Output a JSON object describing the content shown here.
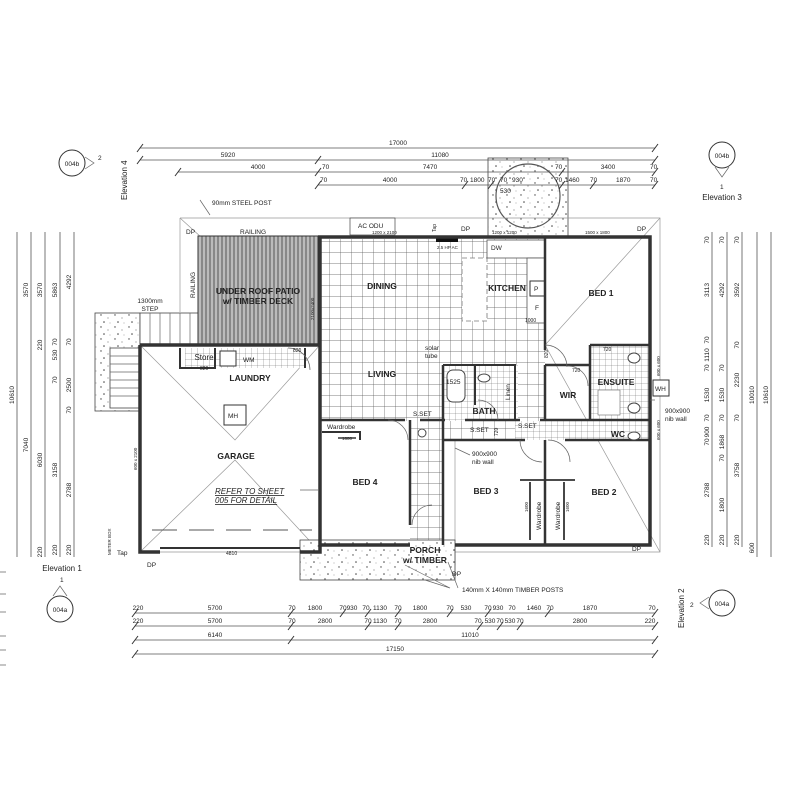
{
  "elevations": {
    "top_left": {
      "ref": "004b",
      "num": "2",
      "label": "Elevation 4"
    },
    "top_right": {
      "ref": "004b",
      "num": "1",
      "label": "Elevation 3"
    },
    "bottom_left": {
      "ref": "004a",
      "num": "1",
      "label": "Elevation 1"
    },
    "bottom_right": {
      "ref": "004a",
      "num": "2",
      "label": "Elevation 2"
    }
  },
  "top_dims": {
    "row1": [
      "17000"
    ],
    "row2": [
      "5920",
      "11080"
    ],
    "row3": [
      "4000",
      "70",
      "7470",
      "70",
      "3400",
      "70"
    ],
    "row4": [
      "70",
      "4000",
      "70",
      "1800",
      "70",
      "70",
      "930",
      "530",
      "70",
      "1460",
      "70",
      "1870",
      "70"
    ]
  },
  "bottom_dims": {
    "row1": [
      "220",
      "5700",
      "70",
      "1800",
      "70",
      "930",
      "70",
      "1130",
      "70",
      "1800",
      "70",
      "530",
      "70",
      "930",
      "70",
      "1460",
      "70",
      "1870",
      "70"
    ],
    "row2": [
      "220",
      "5700",
      "70",
      "2800",
      "70",
      "1130",
      "70",
      "2800",
      "70",
      "530",
      "70",
      "530",
      "70",
      "2800",
      "220"
    ],
    "row3": [
      "6140",
      "11010"
    ],
    "row4": [
      "17150"
    ]
  },
  "left_dims": {
    "col1": [
      "10610"
    ],
    "col2": [
      "3570",
      "7040"
    ],
    "col3": [
      "3570",
      "220",
      "6030",
      "220"
    ],
    "col4": [
      "5863",
      "70",
      "530",
      "70",
      "3158",
      "220"
    ],
    "col5": [
      "4292",
      "70",
      "2500",
      "70",
      "2788",
      "220"
    ]
  },
  "right_dims": {
    "col1": [
      "70",
      "3113",
      "70",
      "1110",
      "70",
      "1530",
      "70",
      "900",
      "70",
      "2788",
      "220"
    ],
    "col2": [
      "70",
      "4292",
      "70",
      "1530",
      "70",
      "1868",
      "70",
      "1800",
      "220"
    ],
    "col3": [
      "70",
      "3592",
      "70",
      "2230",
      "70",
      "3758",
      "220"
    ],
    "col4": [
      "10010",
      "600"
    ],
    "col5": [
      "10610"
    ]
  },
  "rooms": {
    "patio": "UNDER ROOF PATIO",
    "patio2": "w/ TIMBER DECK",
    "dining": "DINING",
    "living": "LIVING",
    "kitchen": "KITCHEN",
    "bed1": "BED 1",
    "bed2": "BED 2",
    "bed3": "BED 3",
    "bed4": "BED 4",
    "garage": "GARAGE",
    "laundry": "LAUNDRY",
    "store": "Store",
    "ensuite": "ENSUITE",
    "wir": "WIR",
    "bath": "BATH",
    "wc": "WC",
    "porch": "PORCH",
    "porch2": "w/ TIMBER"
  },
  "annotations": {
    "steel_post": "90mm STEEL POST",
    "railing_top": "RAILING",
    "railing_side": "RAILING",
    "step": "1300mm",
    "step2": "STEP",
    "ac_odu": "AC ODU",
    "tap_top": "Tap",
    "tap_left": "Tap",
    "ac": "2.5 HP AC",
    "dp": "DP",
    "win_1200x2100": "1200 x 2100",
    "win_1200x1200": "1200 x 1200",
    "win_1500x1800": "1500 x 1800",
    "door_2100x2400": "2100x2400",
    "dw": "DW",
    "p": "P",
    "f": "F",
    "w1000": "1000",
    "d820a": "820",
    "d820b": "820",
    "d820c": "820",
    "d720a": "720",
    "d720b": "720",
    "d720c": "720",
    "wm": "WM",
    "mh": "MH",
    "solar": "solar",
    "solar2": "tube",
    "b1525": "1525",
    "linen": "Linen",
    "sset1": "S.SET",
    "sset2": "S.SET",
    "sset3": "S.SET",
    "wh": "WH",
    "nib1": "900x900",
    "nib1b": "nib wall",
    "nib2": "900x900",
    "nib2b": "nib wall",
    "w600a": "600 x 600",
    "w600b": "600 x 600",
    "wardrobe4": "Wardrobe",
    "wardrobe3": "Wardrobe",
    "wardrobe2": "Wardrobe",
    "w1600a": "1600",
    "w1600b": "1600",
    "w1600c": "1600",
    "refer": "REFER TO SHEET",
    "refer2": "005 FOR DETAIL",
    "g4810": "4810",
    "g600": "600 x 2100",
    "meter": "METER BOX",
    "posts": "140mm X 140mm TIMBER POSTS"
  }
}
